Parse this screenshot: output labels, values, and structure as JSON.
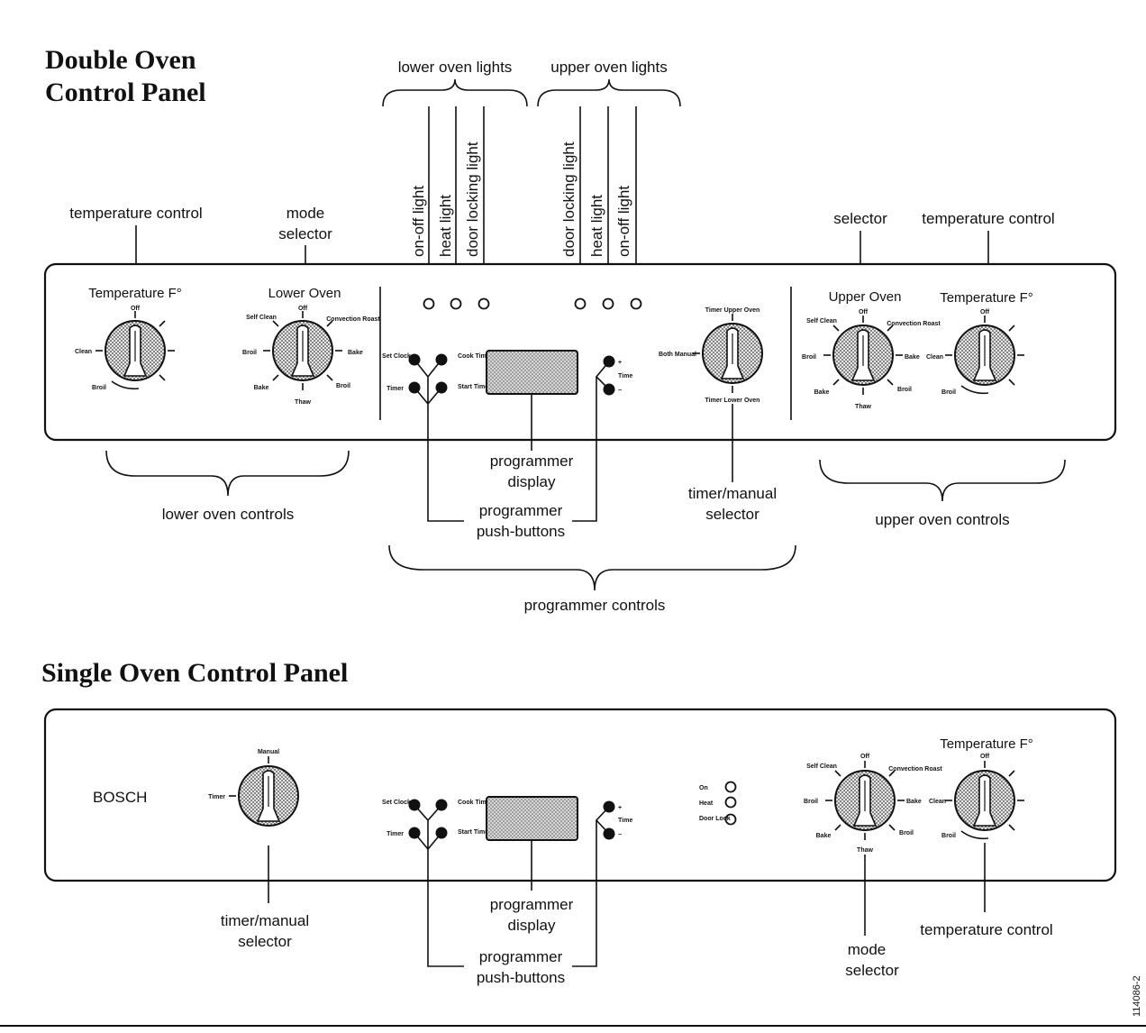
{
  "double_panel": {
    "title_line1": "Double Oven",
    "title_line2": "Control Panel",
    "callouts": {
      "lower_oven_lights": "lower oven lights",
      "upper_oven_lights": "upper oven lights",
      "on_off_light_lower": "on-off light",
      "heat_light_lower": "heat light",
      "door_locking_light_lower": "door locking light",
      "door_locking_light_upper": "door locking light",
      "heat_light_upper": "heat light",
      "on_off_light_upper": "on-off light",
      "temperature_control_left": "temperature control",
      "mode_selector_line1": "mode",
      "mode_selector_line2": "selector",
      "selector_right": "selector",
      "temperature_control_right": "temperature control",
      "lower_oven_controls": "lower oven controls",
      "programmer_display_line1": "programmer",
      "programmer_display_line2": "display",
      "programmer_push_buttons_line1": "programmer",
      "programmer_push_buttons_line2": "push-buttons",
      "timer_manual_line1": "timer/manual",
      "timer_manual_line2": "selector",
      "upper_oven_controls": "upper oven controls",
      "programmer_controls": "programmer controls"
    },
    "knobs": {
      "lower_temp_title": "Temperature F°",
      "lower_temp_off": "Off",
      "lower_temp_clean": "Clean",
      "lower_temp_broil": "Broil",
      "lower_mode_title": "Lower Oven",
      "lower_mode_off": "Off",
      "lower_mode_self_clean": "Self Clean",
      "lower_mode_convection_roast": "Convection Roast",
      "lower_mode_broil_left": "Broil",
      "lower_mode_bake_right": "Bake",
      "lower_mode_bake_left": "Bake",
      "lower_mode_broil_right": "Broil",
      "lower_mode_thaw": "Thaw",
      "timer_top": "Timer Upper Oven",
      "timer_left": "Both Manual",
      "timer_bottom": "Timer Lower Oven",
      "upper_mode_title": "Upper Oven",
      "upper_mode_off": "Off",
      "upper_mode_self_clean": "Self Clean",
      "upper_mode_convection_roast": "Convection Roast",
      "upper_mode_broil_left": "Broil",
      "upper_mode_bake_right": "Bake",
      "upper_mode_bake_left": "Bake",
      "upper_mode_broil_right": "Broil",
      "upper_mode_thaw": "Thaw",
      "upper_temp_title": "Temperature F°",
      "upper_temp_off": "Off",
      "upper_temp_clean": "Clean",
      "upper_temp_broil": "Broil"
    },
    "buttons": {
      "set_clock": "Set Clock",
      "cook_time": "Cook Time",
      "timer": "Timer",
      "start_time": "Start Time",
      "plus": "+",
      "minus": "−",
      "time": "Time"
    }
  },
  "single_panel": {
    "title": "Single Oven Control Panel",
    "brand": "BOSCH",
    "knobs": {
      "manual": "Manual",
      "timer": "Timer",
      "mode_off": "Off",
      "mode_self_clean": "Self Clean",
      "mode_convection_roast": "Convection Roast",
      "mode_broil_left": "Broil",
      "mode_bake_right": "Bake",
      "mode_bake_left": "Bake",
      "mode_broil_right": "Broil",
      "mode_thaw": "Thaw",
      "temp_title": "Temperature F°",
      "temp_off": "Off",
      "temp_clean": "Clean",
      "temp_broil": "Broil"
    },
    "buttons": {
      "set_clock": "Set Clock",
      "cook_time": "Cook Time",
      "timer": "Timer",
      "start_time": "Start Time",
      "plus": "+",
      "minus": "−",
      "time": "Time"
    },
    "lights": {
      "on": "On",
      "heat": "Heat",
      "door_lock": "Door Lock"
    },
    "callouts": {
      "timer_manual_line1": "timer/manual",
      "timer_manual_line2": "selector",
      "programmer_display_line1": "programmer",
      "programmer_display_line2": "display",
      "programmer_push_buttons_line1": "programmer",
      "programmer_push_buttons_line2": "push-buttons",
      "mode_selector_line1": "mode",
      "mode_selector_line2": "selector",
      "temperature_control": "temperature control"
    }
  },
  "figure_code": "114086-2"
}
